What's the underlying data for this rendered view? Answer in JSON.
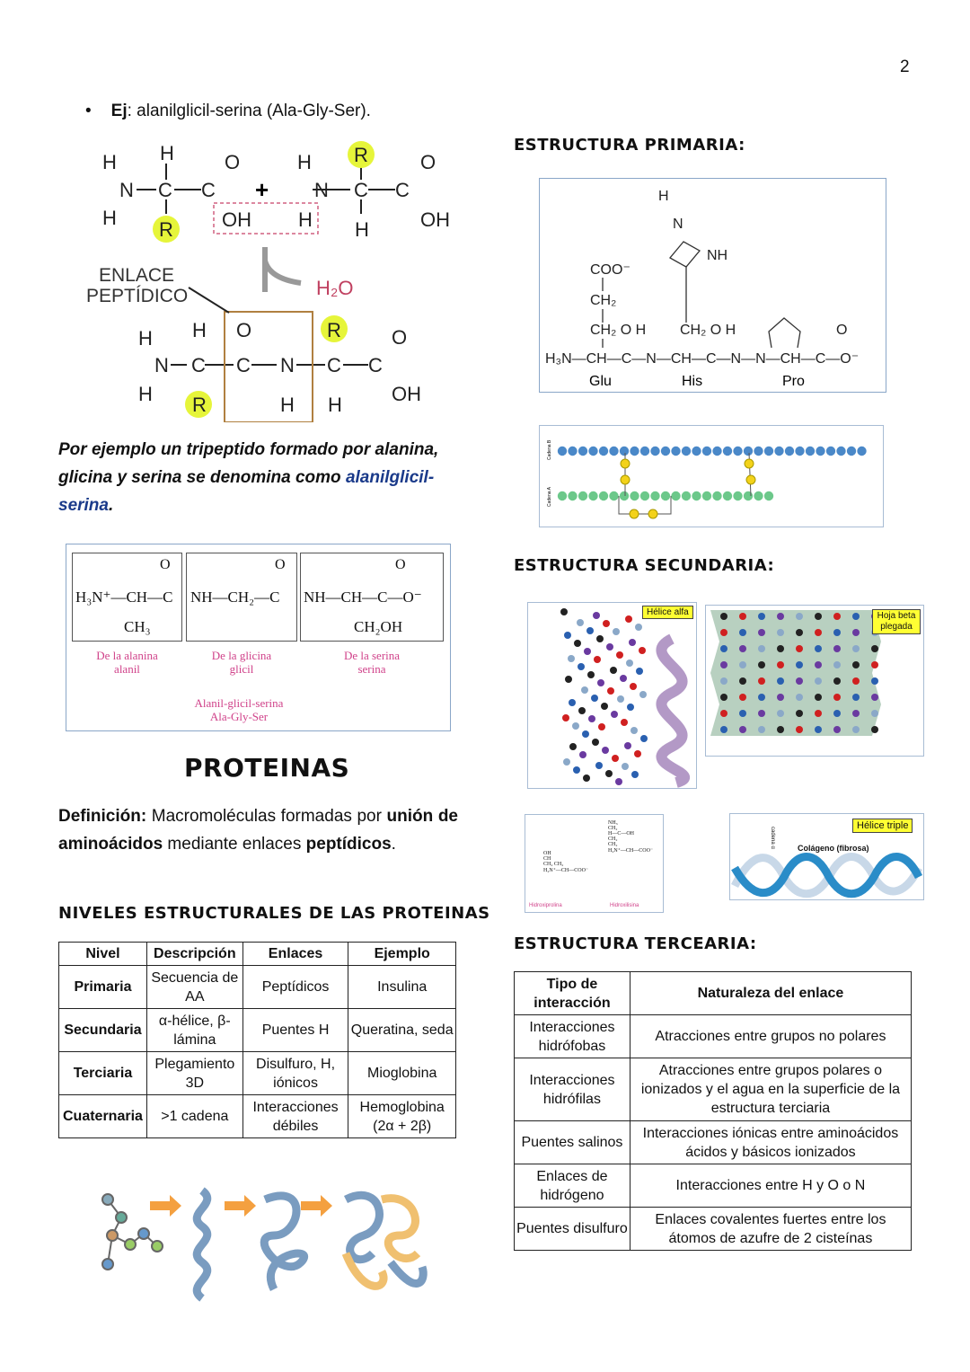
{
  "page_number": "2",
  "example": {
    "bullet": "•",
    "label": "Ej",
    "text": ": alanilglicil-serina (Ala-Gly-Ser)."
  },
  "reaction": {
    "enlace_line1": "ENLACE",
    "enlace_line2": "PEPTÍDICO",
    "water": "H₂O",
    "plus": "+"
  },
  "tripeptide_note": {
    "text": "Por ejemplo un tripeptido formado por alanina, glicina y serina se denomina como ",
    "highlight": "alanilglicil-serina",
    "end": "."
  },
  "tripeptide_figure": {
    "groups": [
      {
        "formula": "H₃N⁺—CH—C",
        "sub": "CH₃",
        "label1": "De la alanina",
        "label2": "alanil"
      },
      {
        "formula": "NH—CH₂—C",
        "sub": "",
        "label1": "De la glicina",
        "label2": "glicil"
      },
      {
        "formula": "NH—CH—C—O⁻",
        "sub": "CH₂OH",
        "label1": "De la serina",
        "label2": "serina"
      }
    ],
    "carbonyl": "O",
    "name1": "Alanil-glicil-serina",
    "name2": "Ala-Gly-Ser"
  },
  "title": "PROTEINAS",
  "definition": {
    "label": "Definición:",
    "t1": " Macromoléculas formadas por ",
    "b1": "unión de aminoácidos",
    "t2": " mediante enlaces ",
    "b2": "peptídicos",
    "t3": "."
  },
  "levels_heading": "NIVELES ESTRUCTURALES DE LAS PROTEINAS",
  "levels_table": {
    "headers": [
      "Nivel",
      "Descripción",
      "Enlaces",
      "Ejemplo"
    ],
    "rows": [
      [
        "Primaria",
        "Secuencia de AA",
        "Peptídicos",
        "Insulina"
      ],
      [
        "Secundaria",
        "α-hélice, β-lámina",
        "Puentes H",
        "Queratina, seda"
      ],
      [
        "Terciaria",
        "Plegamiento 3D",
        "Disulfuro, H, iónicos",
        "Mioglobina"
      ],
      [
        "Cuaternaria",
        ">1 cadena",
        "Interacciones débiles",
        "Hemoglobina (2α + 2β)"
      ]
    ]
  },
  "primary": {
    "heading": "ESTRUCTURA PRIMARIA:",
    "residues": [
      "Glu",
      "His",
      "Pro"
    ],
    "chain_b": "Cadena B",
    "chain_a": "Cadena A"
  },
  "secondary": {
    "heading": "ESTRUCTURA SECUNDARIA:",
    "alpha": "Hélice alfa",
    "beta": "Hoja beta plegada",
    "triple": "Hélice triple",
    "collagen": "Colágeno (fibrosa)",
    "chain_alpha": "cadena α",
    "hydroxyproline": "Hidroxiprolina",
    "hydroxylysine": "Hidroxilisina"
  },
  "tertiary": {
    "heading": "ESTRUCTURA TERCEARIA:",
    "headers": [
      "Tipo de interacción",
      "Naturaleza del enlace"
    ],
    "rows": [
      [
        "Interacciones hidrófobas",
        "Atracciones entre grupos no polares"
      ],
      [
        "Interacciones hidrófilas",
        "Atracciones entre grupos polares o ionizados y el agua en la superficie de la estructura terciaria"
      ],
      [
        "Puentes salinos",
        "Interacciones iónicas entre aminoácidos ácidos y básicos ionizados"
      ],
      [
        "Enlaces de hidrógeno",
        "Interacciones entre H y O o N"
      ],
      [
        "Puentes disulfuro",
        "Enlaces covalentes fuertes entre los átomos de azufre de 2 cisteínas"
      ]
    ]
  },
  "colors": {
    "highlight_blue": "#1a3a8a",
    "pink_label": "#d0428a",
    "yellow_highlight": "#e6f53a",
    "frame_blue": "#8aa6c8"
  }
}
